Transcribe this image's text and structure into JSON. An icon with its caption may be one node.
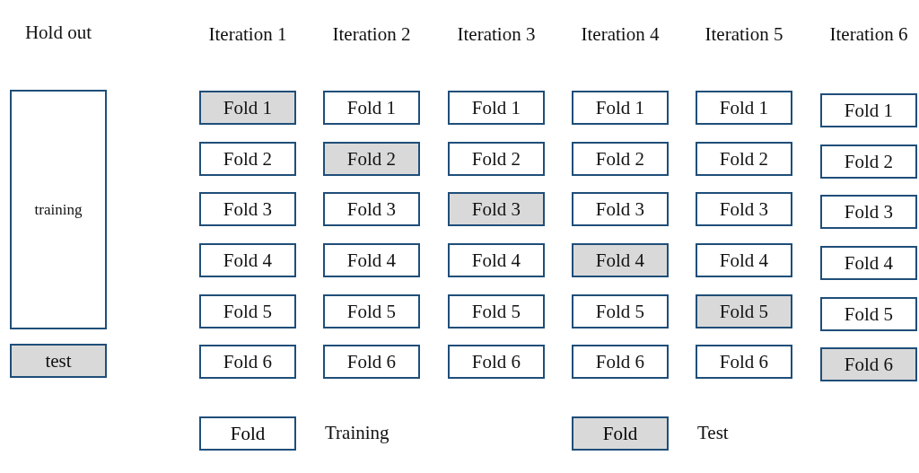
{
  "diagram": {
    "nodes": [
      {
        "text": [
          "training"
        ]
      },
      {
        "text": [
          "test"
        ]
      },
      {
        "text": [
          "Fold 1"
        ]
      },
      {
        "text": [
          "Fold 2"
        ]
      },
      {
        "text": [
          "Fold 3"
        ]
      },
      {
        "text": [
          "Fold 4"
        ]
      },
      {
        "text": [
          "Fold 5"
        ]
      },
      {
        "text": [
          "Fold 6"
        ]
      },
      {
        "text": [
          "Fold 1"
        ]
      },
      {
        "text": [
          "Fold 2"
        ]
      },
      {
        "text": [
          "Fold 3"
        ]
      },
      {
        "text": [
          "Fold 4"
        ]
      },
      {
        "text": [
          "Fold 5"
        ]
      },
      {
        "text": [
          "Fold 6"
        ]
      },
      {
        "text": [
          "Fold 1"
        ]
      },
      {
        "text": [
          "Fold 2"
        ]
      },
      {
        "text": [
          "Fold 3"
        ]
      },
      {
        "text": [
          "Fold 4"
        ]
      },
      {
        "text": [
          "Fold 5"
        ]
      },
      {
        "text": [
          "Fold 6"
        ]
      },
      {
        "text": [
          "Fold 1"
        ]
      },
      {
        "text": [
          "Fold 2"
        ]
      },
      {
        "text": [
          "Fold 3"
        ]
      },
      {
        "text": [
          "Fold 4"
        ]
      },
      {
        "text": [
          "Fold 5"
        ]
      },
      {
        "text": [
          "Fold 6"
        ]
      },
      {
        "text": [
          "Fold 1"
        ]
      },
      {
        "text": [
          "Fold 2"
        ]
      },
      {
        "text": [
          "Fold 3"
        ]
      },
      {
        "text": [
          "Fold 4"
        ]
      },
      {
        "text": [
          "Fold 5"
        ]
      },
      {
        "text": [
          "Fold 6"
        ]
      },
      {
        "text": [
          "Fold 1"
        ]
      },
      {
        "text": [
          "Fold 2"
        ]
      },
      {
        "text": [
          "Fold 3"
        ]
      },
      {
        "text": [
          "Fold 4"
        ]
      },
      {
        "text": [
          "Fold 5"
        ]
      },
      {
        "text": [
          "Fold 6"
        ]
      }
    ],
    "labels": [
      "Hold out",
      "Iteration 1",
      "Iteration 2",
      "Iteration 3",
      "Iteration 4",
      "Iteration 5",
      "Iteration 6",
      "Fold",
      "Fold"
    ],
    "legend": [
      {
        "text": "Training",
        "color": "#ffffff"
      },
      {
        "text": "Test",
        "color": "#d9d9d9"
      }
    ]
  }
}
